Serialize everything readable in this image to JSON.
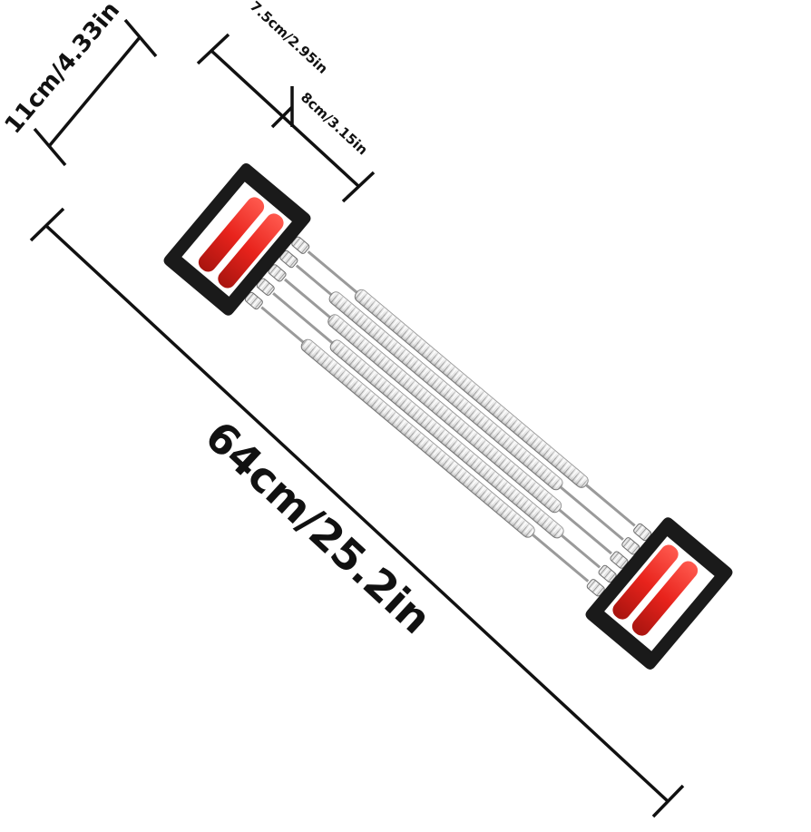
{
  "dimensions": {
    "overall_length": "64cm/25.2in",
    "handle_width": "11cm/4.33in",
    "grip_spacing_outer": "7.5cm/2.95in",
    "grip_spacing_inner": "8cm/3.15in"
  },
  "colors": {
    "background": "#ffffff",
    "handle_frame": "#1a1a1a",
    "grip": "#e8231c",
    "spring": "#c9c9c9",
    "dimension_lines": "#111111"
  },
  "product": {
    "spring_count": 5,
    "handle_count": 2
  }
}
